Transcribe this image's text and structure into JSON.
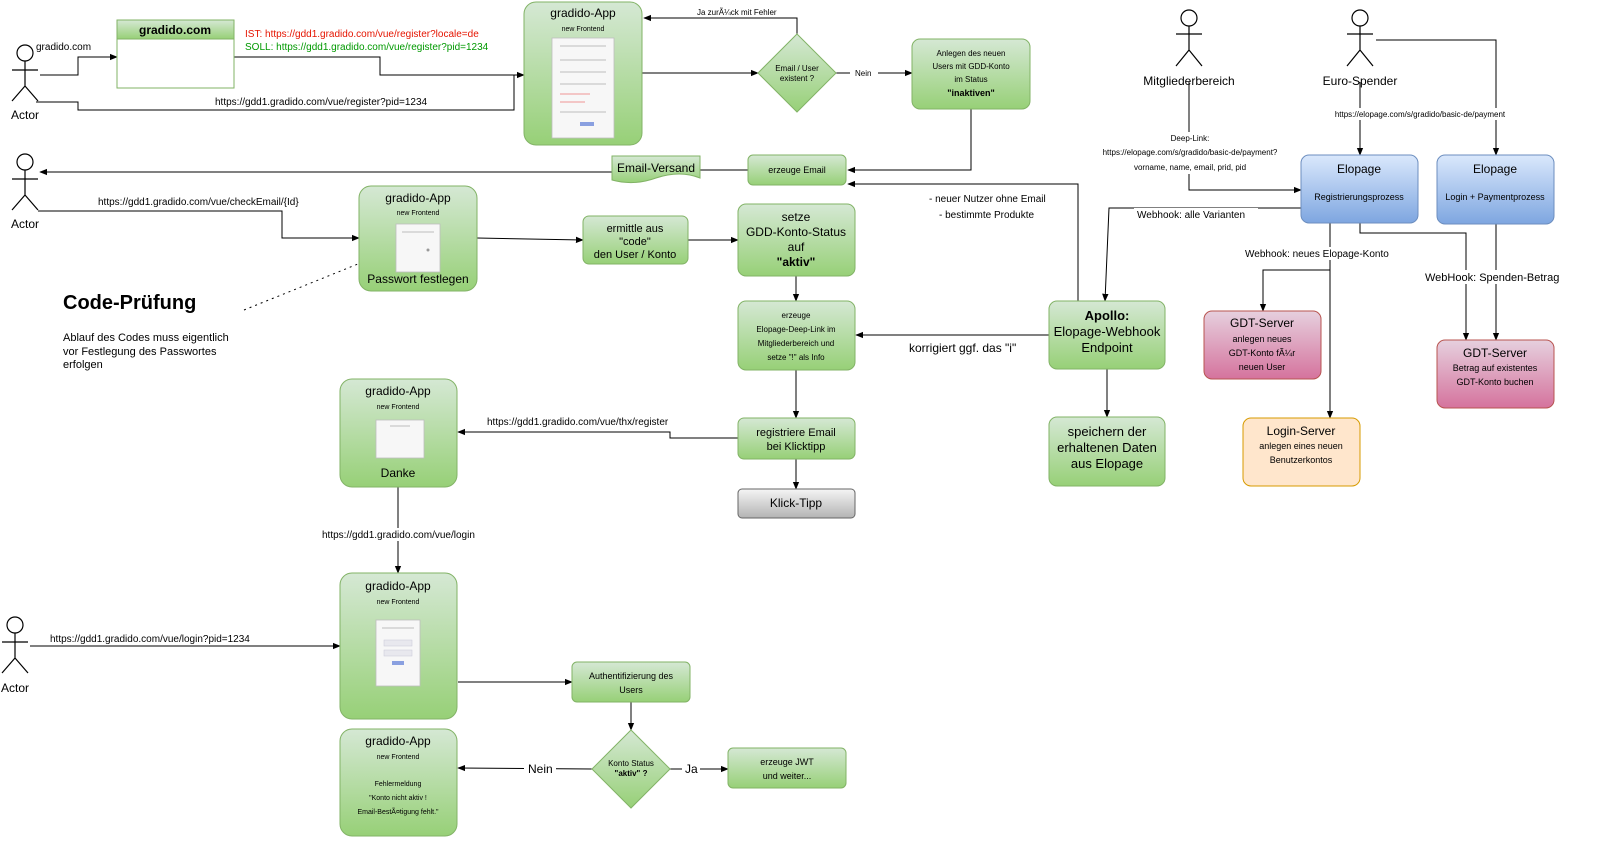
{
  "actors": {
    "actor1": "Actor",
    "actor2": "Actor",
    "actor3": "Actor",
    "mitglieder": "Mitgliederbereich",
    "euro_spender": "Euro-Spender"
  },
  "nodes": {
    "gradido_com": "gradido.com",
    "app_register": {
      "title": "gradido-App",
      "sub": "new Frontend"
    },
    "email_exists": [
      "Email / User",
      "existent ?"
    ],
    "anlegen": [
      "Anlegen des neuen",
      "Users mit GDD-Konto",
      "im Status",
      "\"inaktiven\""
    ],
    "erzeuge_email": "erzeuge Email",
    "email_versand": "Email-Versand",
    "app_passwort": {
      "title": "gradido-App",
      "sub": "new Frontend",
      "caption": "Passwort festlegen"
    },
    "ermittle": [
      "ermittle aus",
      "\"code\"",
      "den User / Konto"
    ],
    "setze": [
      "setze",
      "GDD-Konto-Status",
      "auf",
      "\"aktiv\""
    ],
    "deeplink": [
      "erzeuge",
      "Elopage-Deep-Link im",
      "Mitgliederbereich und",
      "setze \"!\" als Info"
    ],
    "klicktipp_reg": [
      "registriere Email",
      "bei Klicktipp"
    ],
    "klicktipp": "Klick-Tipp",
    "app_danke": {
      "title": "gradido-App",
      "sub": "new Frontend",
      "caption": "Danke"
    },
    "app_login": {
      "title": "gradido-App",
      "sub": "new Frontend"
    },
    "auth": [
      "Authentifizierung des",
      "Users"
    ],
    "konto_status": [
      "Konto Status",
      "\"aktiv\" ?"
    ],
    "jwt": [
      "erzeuge JWT",
      "und weiter..."
    ],
    "app_fehler": {
      "title": "gradido-App",
      "sub": "new Frontend",
      "lines": [
        "Fehlermeldung",
        "\"Konto nicht aktiv !",
        "Email-BestÃ¤tigung fehlt.\""
      ]
    },
    "apollo": [
      "Apollo:",
      "Elopage-Webhook",
      "Endpoint"
    ],
    "speichern": [
      "speichern der",
      "erhaltenen Daten",
      "aus Elopage"
    ],
    "elopage_reg": {
      "title": "Elopage",
      "sub": "Registrierungsprozess"
    },
    "elopage_login": {
      "title": "Elopage",
      "sub": "Login + Paymentprozess"
    },
    "gdt_new": {
      "title": "GDT-Server",
      "lines": [
        "anlegen neues",
        "GDT-Konto fÃ¼r",
        "neuen User"
      ]
    },
    "gdt_existing": {
      "title": "GDT-Server",
      "lines": [
        "Betrag auf existentes",
        "GDT-Konto buchen"
      ]
    },
    "login_server": {
      "title": "Login-Server",
      "lines": [
        "anlegen eines neuen",
        "Benutzerkontos"
      ]
    }
  },
  "labels": {
    "gradido_com_edge": "gradido.com",
    "ist": "IST: https://gdd1.gradido.com/vue/register?locale=de",
    "soll": "SOLL: https://gdd1.gradido.com/vue/register?pid=1234",
    "register_pid": "https://gdd1.gradido.com/vue/register?pid=1234",
    "ja_zurueck": "Ja  zurÃ¼ck mit Fehler",
    "nein1": "Nein",
    "check_email": "https://gdd1.gradido.com/vue/checkEmail/{Id}",
    "neuer_nutzer": "- neuer Nutzer ohne Email",
    "bestimmte": "- bestimmte Produkte",
    "thx": "https://gdd1.gradido.com/vue/thx/register",
    "login_url": "https://gdd1.gradido.com/vue/login",
    "login_pid": "https://gdd1.gradido.com/vue/login?pid=1234",
    "korrigiert": "korrigiert ggf. das \"i\"",
    "nein2": "Nein",
    "ja2": "Ja",
    "deeplink_head": "Deep-Link:",
    "deeplink_url": "https://elopage.com/s/gradido/basic-de/payment?",
    "deeplink_params": "vorname, name, email, prid, pid",
    "payment_url": "https://elopage.com/s/gradido/basic-de/payment",
    "webhook_all": "Webhook: alle Varianten",
    "webhook_new": "Webhook: neues Elopage-Konto",
    "webhook_spende": "WebHook: Spenden-Betrag"
  },
  "note": {
    "title": "Code-Prüfung",
    "lines": [
      "Ablauf des Codes muss eigentlich",
      "vor Festlegung des Passwortes",
      "erfolgen"
    ]
  },
  "colors": {
    "green_fill": "#d5e8d4",
    "green_dark": "#97d077",
    "green_stroke": "#82b366",
    "blue_fill": "#dae8fc",
    "blue_stroke": "#6c8ebf",
    "pink_fill": "#e6d0de",
    "pink_stroke": "#b85450",
    "orange_fill": "#ffe6cc",
    "orange_stroke": "#d79b00",
    "ist_red": "#e51400",
    "soll_green": "#009900"
  }
}
